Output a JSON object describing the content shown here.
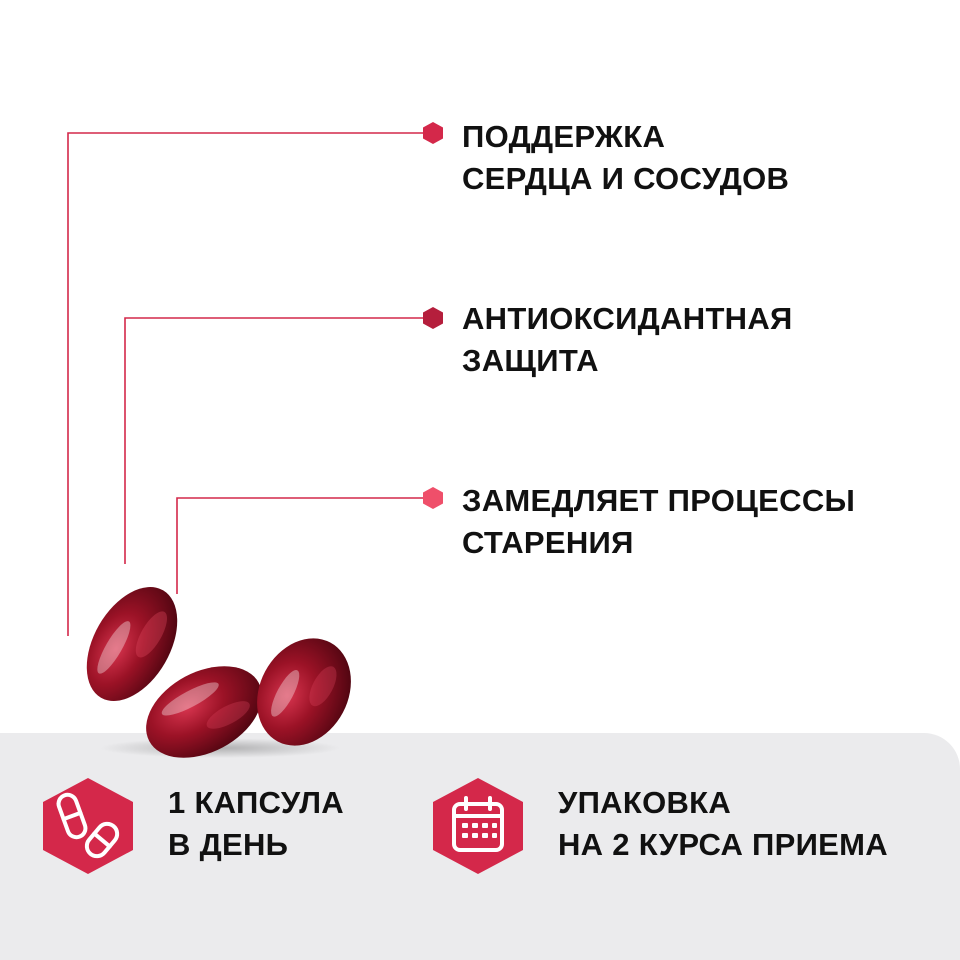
{
  "benefits": [
    {
      "line1": "ПОДДЕРЖКА",
      "line2": "СЕРДЦА И СОСУДОВ"
    },
    {
      "line1": "АНТИОКСИДАНТНАЯ",
      "line2": "ЗАЩИТА"
    },
    {
      "line1": "ЗАМЕДЛЯЕТ ПРОЦЕССЫ",
      "line2": "СТАРЕНИЯ"
    }
  ],
  "features": [
    {
      "icon": "capsule-pill-icon",
      "line1": "1 КАПСУЛА",
      "line2": "В ДЕНЬ"
    },
    {
      "icon": "calendar-icon",
      "line1": "УПАКОВКА",
      "line2": "НА 2 КУРСА ПРИЕМА"
    }
  ],
  "colors": {
    "accent": "#d4284a",
    "accent_dark": "#b51e3c",
    "accent_light": "#ef4f6a",
    "capsule": "#9b1226",
    "text": "#111111",
    "panel": "#ebebed"
  }
}
